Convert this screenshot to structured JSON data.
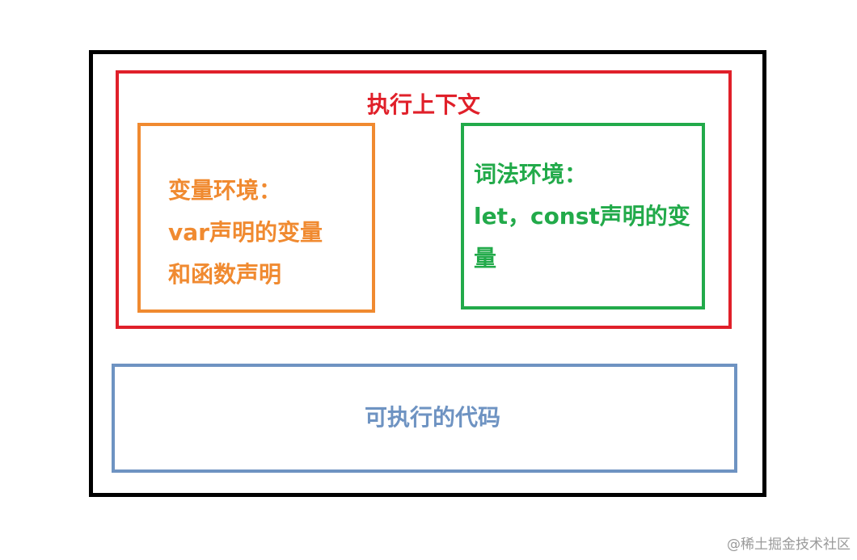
{
  "colors": {
    "outer": "#000000",
    "context": "#e0202a",
    "variable_environment": "#f08a30",
    "lexical_environment": "#22aa4a",
    "code": "#6e93c2",
    "watermark": "#9a9a9a"
  },
  "execution_context": {
    "title": "执行上下文"
  },
  "variable_environment": {
    "lines": [
      "变量环境：",
      "var声明的变量",
      "和函数声明"
    ]
  },
  "lexical_environment": {
    "lines": [
      "词法环境：",
      "let，const声明的变",
      "量"
    ]
  },
  "executable_code": {
    "label": "可执行的代码"
  },
  "watermark": {
    "text": "@稀土掘金技术社区"
  }
}
